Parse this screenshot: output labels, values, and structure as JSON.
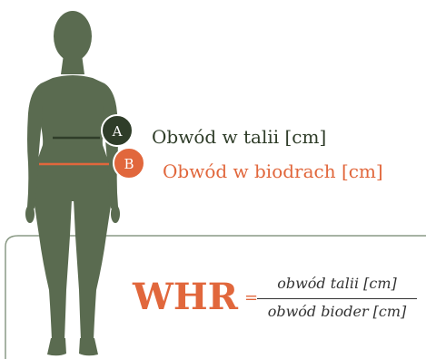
{
  "colors": {
    "figure": "#5a6b50",
    "waist": "#2f3d29",
    "hip": "#e1673c",
    "frame": "#8a9a85",
    "formula_text": "#333333"
  },
  "markers": {
    "waist": {
      "letter": "A",
      "label": "Obwód w talii [cm]"
    },
    "hip": {
      "letter": "B",
      "label": "Obwód w biodrach [cm]"
    }
  },
  "formula": {
    "abbreviation": "WHR",
    "equals": "=",
    "numerator": "obwód talii [cm]",
    "denominator": "obwód bioder [cm]"
  }
}
